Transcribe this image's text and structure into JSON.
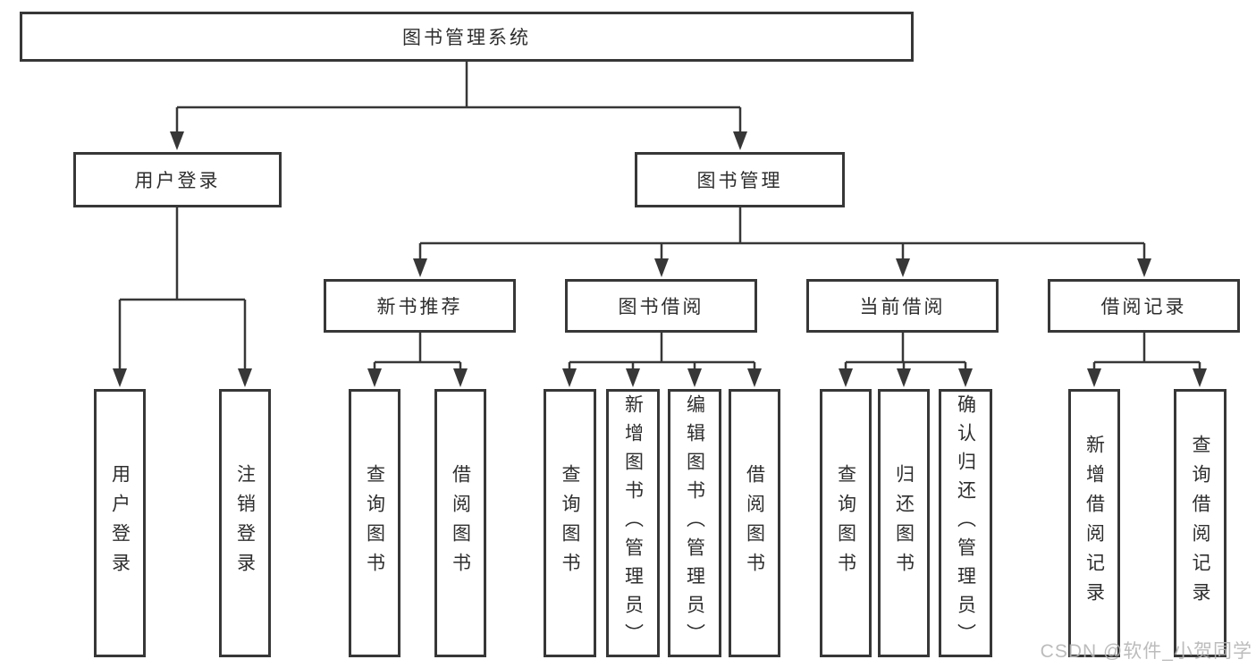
{
  "diagram": {
    "type": "hierarchy",
    "root": {
      "label": "图书管理系统"
    },
    "level2": [
      {
        "id": "user-login",
        "label": "用户登录"
      },
      {
        "id": "book-manage",
        "label": "图书管理"
      }
    ],
    "level3": [
      {
        "id": "new-book-recommend",
        "label": "新书推荐",
        "parent": "book-manage"
      },
      {
        "id": "book-borrow",
        "label": "图书借阅",
        "parent": "book-manage"
      },
      {
        "id": "current-borrow",
        "label": "当前借阅",
        "parent": "book-manage"
      },
      {
        "id": "borrow-record",
        "label": "借阅记录",
        "parent": "book-manage"
      }
    ],
    "leaves": [
      {
        "label": "用户登录",
        "parent": "user-login"
      },
      {
        "label": "注销登录",
        "parent": "user-login"
      },
      {
        "label": "查询图书",
        "parent": "new-book-recommend"
      },
      {
        "label": "借阅图书",
        "parent": "new-book-recommend"
      },
      {
        "label": "查询图书",
        "parent": "book-borrow"
      },
      {
        "label": "新增图书（管理员）",
        "parent": "book-borrow"
      },
      {
        "label": "编辑图书（管理员）",
        "parent": "book-borrow"
      },
      {
        "label": "借阅图书",
        "parent": "book-borrow"
      },
      {
        "label": "查询图书",
        "parent": "current-borrow"
      },
      {
        "label": "归还图书",
        "parent": "current-borrow"
      },
      {
        "label": "确认归还（管理员）",
        "parent": "current-borrow"
      },
      {
        "label": "新增借阅记录",
        "parent": "borrow-record"
      },
      {
        "label": "查询借阅记录",
        "parent": "borrow-record"
      }
    ]
  },
  "watermark": {
    "text": "CSDN @软件_小贺同学"
  },
  "colors": {
    "line": "#373737",
    "text": "#2e2e2e",
    "box_background": "#ffffff",
    "page_background": "#ffffff",
    "watermark": "#b5b5b5"
  }
}
